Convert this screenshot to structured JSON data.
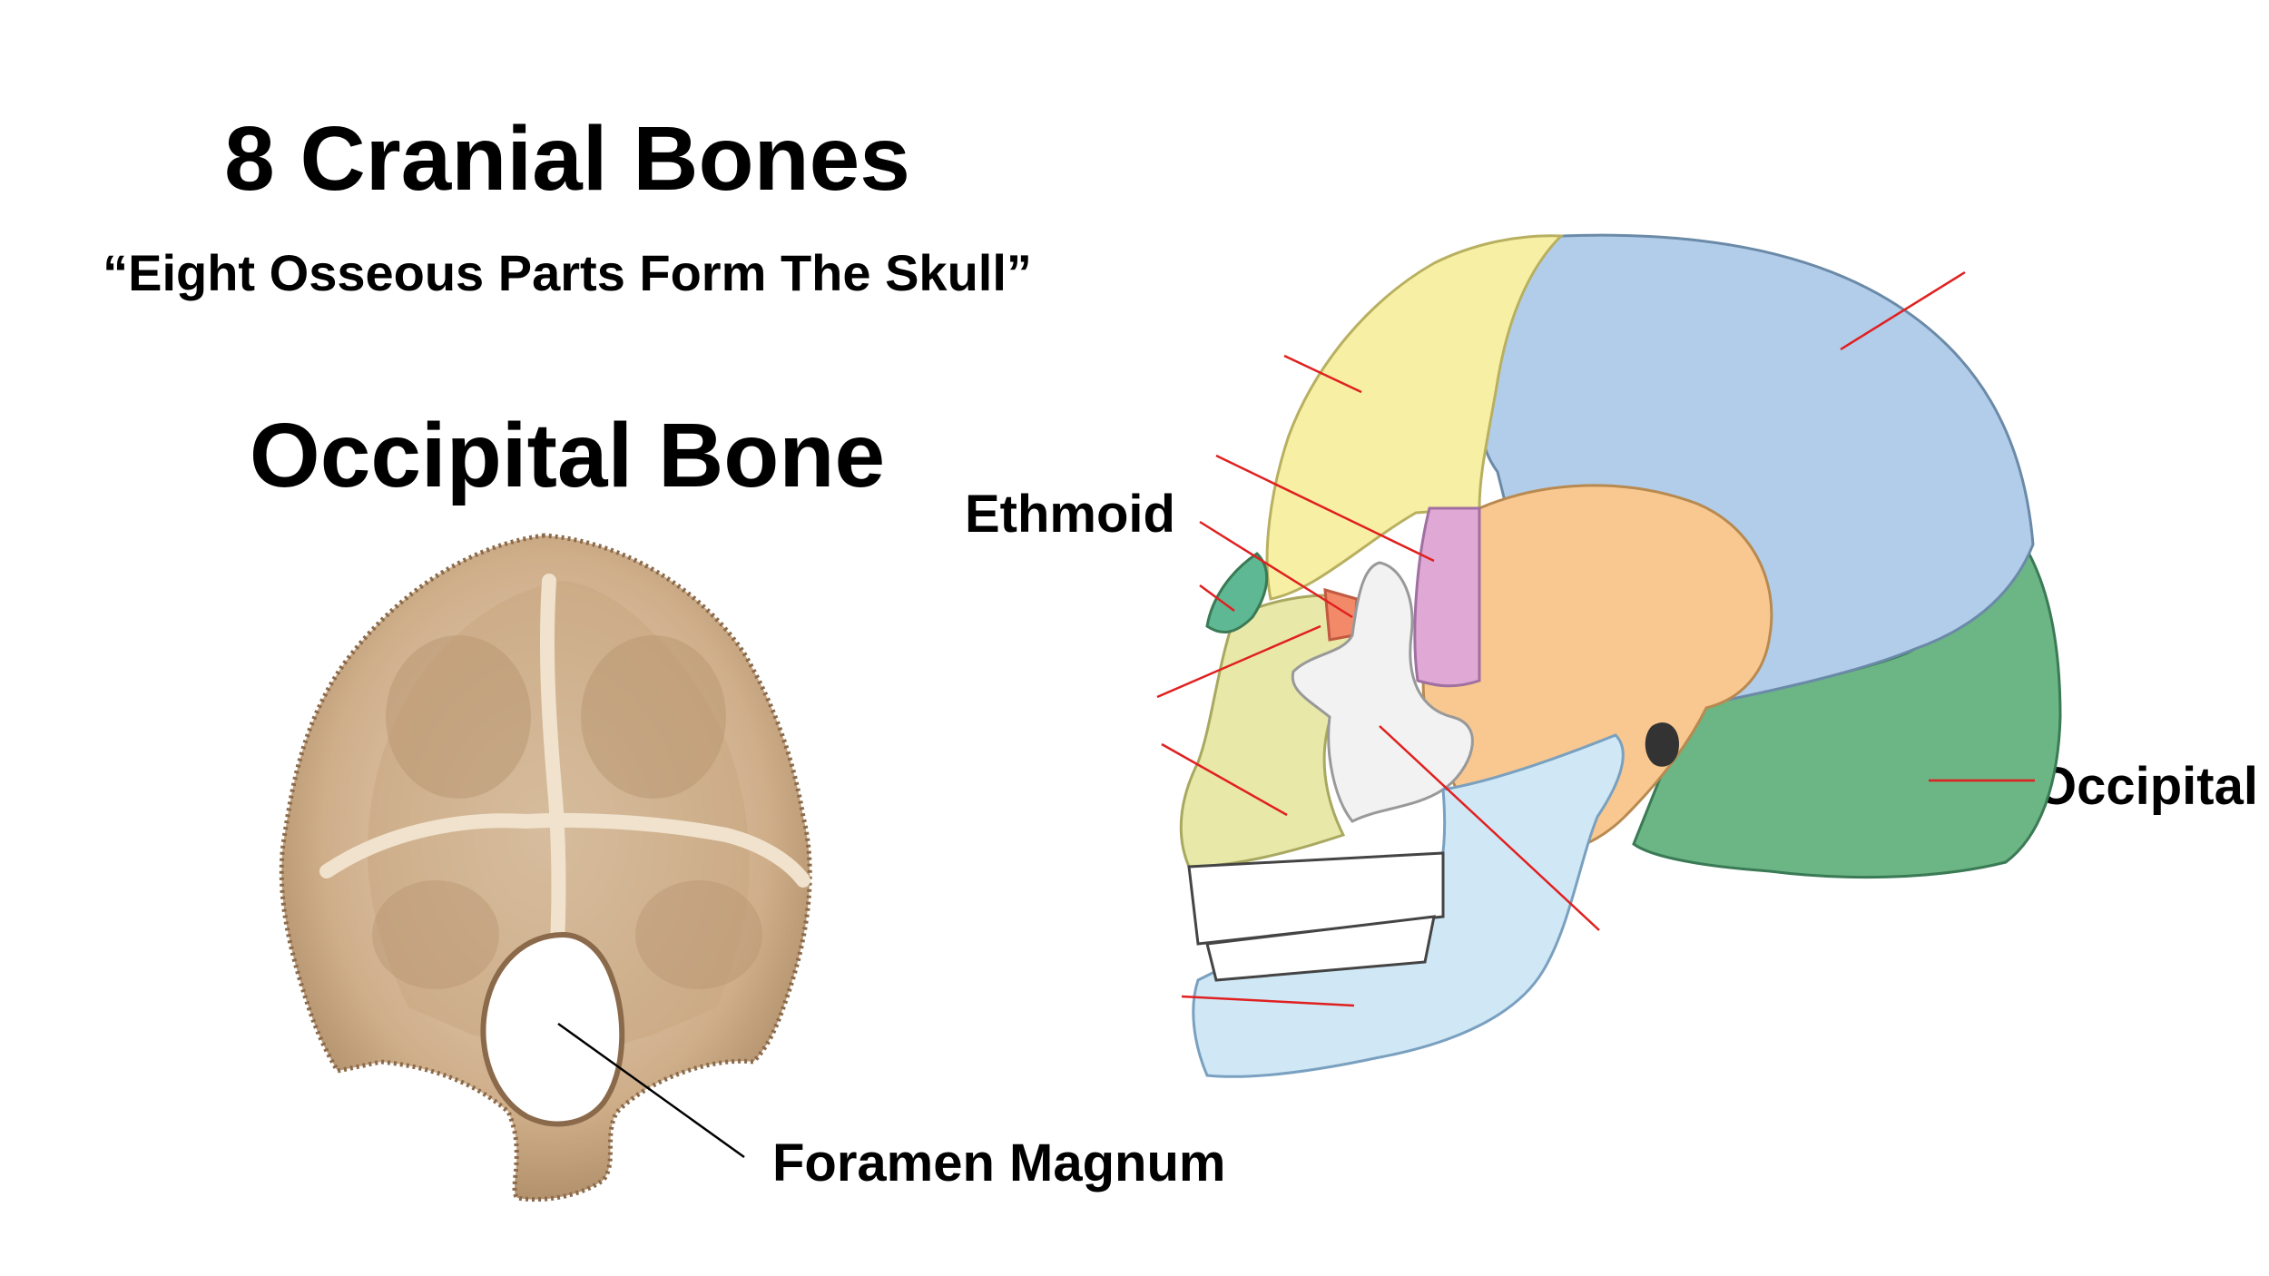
{
  "slide": {
    "title": "8 Cranial Bones",
    "subtitle": "“Eight Osseous Parts Form The Skull”",
    "bone_title": "Occipital Bone"
  },
  "labels": {
    "ethmoid": "Ethmoid",
    "occipital": "Occipital",
    "foramen_magnum": "Foramen Magnum"
  },
  "colors": {
    "frontal": "#f7f0a4",
    "parietal": "#b2cdea",
    "temporal": "#f8c890",
    "occipital": "#6cb584",
    "sphenoid": "#e0a8d4",
    "zygomatic": "#f2f2f2",
    "maxilla": "#e8e8a8",
    "mandible": "#d0e8f5",
    "nasal": "#5fb894",
    "leader_line": "#e02020",
    "occipital_specimen": "#d9bfa0"
  }
}
